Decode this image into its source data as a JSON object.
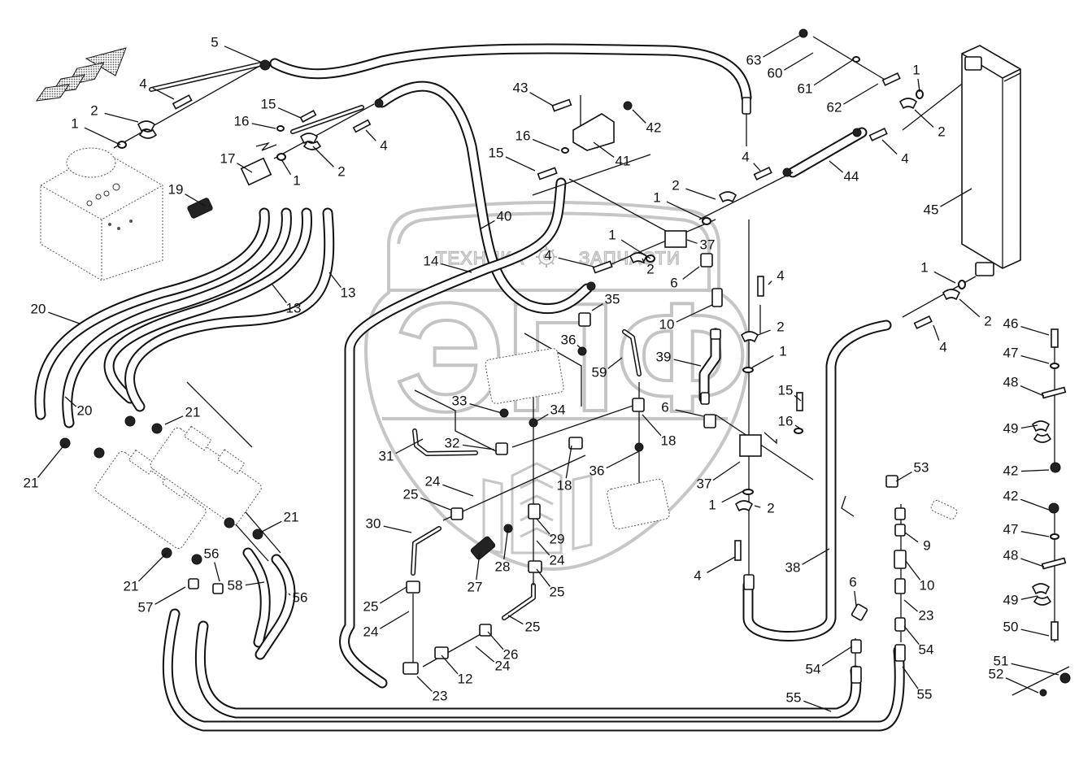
{
  "diagram": {
    "title": "Hydraulic hoses and fittings assembly (exploded parts diagram)",
    "watermark": {
      "brand_text_left": "ТЕХНИКА",
      "brand_text_right": "ЗАПЧАСТИ",
      "logo_text": "ЭПФ",
      "gear_icon": "gear-icon",
      "color": "#c4c4c4"
    },
    "direction_arrow": {
      "icon": "forward-direction-arrow-icon"
    },
    "callouts": [
      "5",
      "4",
      "2",
      "1",
      "16",
      "15",
      "17",
      "19",
      "1",
      "2",
      "4",
      "20",
      "13",
      "13",
      "14",
      "40",
      "43",
      "16",
      "15",
      "41",
      "42",
      "4",
      "1",
      "2",
      "37",
      "1",
      "4",
      "2",
      "6",
      "35",
      "10",
      "36",
      "59",
      "39",
      "33",
      "34",
      "6",
      "18",
      "32",
      "31",
      "18",
      "24",
      "36",
      "25",
      "30",
      "29",
      "28",
      "27",
      "24",
      "25",
      "25",
      "24",
      "26",
      "25",
      "24",
      "12",
      "23",
      "21",
      "20",
      "21",
      "21",
      "21",
      "56",
      "57",
      "58",
      "56",
      "63",
      "60",
      "61",
      "62",
      "1",
      "2",
      "4",
      "44",
      "45",
      "4",
      "2",
      "1",
      "1",
      "2",
      "4",
      "15",
      "16",
      "37",
      "1",
      "2",
      "4",
      "38",
      "53",
      "9",
      "10",
      "6",
      "23",
      "54",
      "54",
      "55",
      "55",
      "46",
      "47",
      "48",
      "49",
      "42",
      "42",
      "47",
      "48",
      "49",
      "50",
      "51",
      "52"
    ]
  }
}
